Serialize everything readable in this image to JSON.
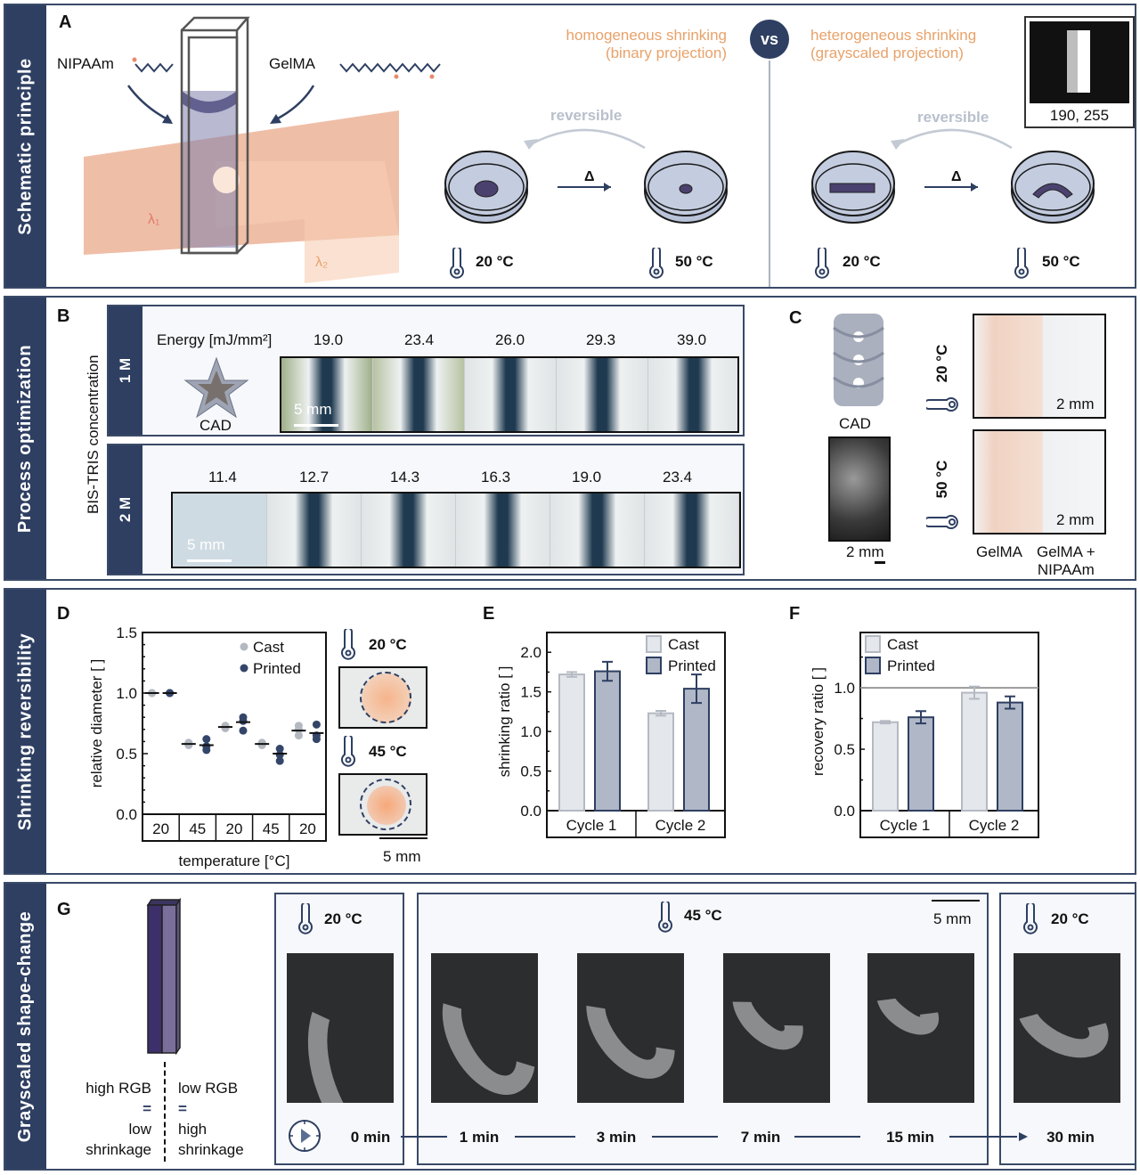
{
  "rows": {
    "a": {
      "side": "Schematic principle",
      "label": "A"
    },
    "b": {
      "side": "Process optimization",
      "label": "B"
    },
    "c": {
      "label": "C"
    },
    "d": {
      "side": "Shrinking reversibility",
      "label": "D"
    },
    "e": {
      "label": "E"
    },
    "f": {
      "label": "F"
    },
    "g": {
      "side": "Grayscaled shape-change",
      "label": "G"
    }
  },
  "panel_a": {
    "nipaam": "NIPAAm",
    "gelma": "GelMA",
    "lambda1": "λ₁",
    "lambda2": "λ₂",
    "homogeneous_title": "homogeneous shrinking",
    "homogeneous_sub": "(binary projection)",
    "vs": "vs",
    "heterogeneous_title": "heterogeneous shrinking",
    "heterogeneous_sub": "(grayscaled projection)",
    "reversible": "reversible",
    "delta": "Δ",
    "temp_low": "20 °C",
    "temp_high": "50 °C",
    "inset_values": "190, 255",
    "colors": {
      "accent": "#e8a26a",
      "navy": "#2e3f62",
      "dish": "#b8c2d8",
      "sample": "#4a416e"
    }
  },
  "panel_b": {
    "axis_label": "BIS-TRIS concentration",
    "row1_conc": "1 M",
    "row2_conc": "2 M",
    "energy_label": "Energy [mJ/mm²]",
    "row1_energies": [
      "19.0",
      "23.4",
      "26.0",
      "29.3",
      "39.0"
    ],
    "row2_energies": [
      "11.4",
      "12.7",
      "14.3",
      "16.3",
      "19.0",
      "23.4"
    ],
    "cad": "CAD",
    "scale": "5 mm"
  },
  "panel_c": {
    "cad": "CAD",
    "scale": "2 mm",
    "temp_low": "20 °C",
    "temp_high": "50 °C",
    "col1": "GelMA",
    "col2_line1": "GelMA +",
    "col2_line2": "NIPAAm"
  },
  "panel_d_side": {
    "temp_low": "20 °C",
    "temp_high": "45 °C",
    "scale": "5 mm"
  },
  "chart_data": [
    {
      "type": "scatter",
      "id": "D",
      "xlabel": "temperature [°C]",
      "ylabel": "relative diameter [ ]",
      "ylim": [
        0.0,
        1.5
      ],
      "yticks": [
        "0.0",
        "0.5",
        "1.0",
        "1.5"
      ],
      "categories": [
        "20",
        "45",
        "20",
        "45",
        "20"
      ],
      "legend": [
        "Cast",
        "Printed"
      ],
      "legend_position": "top-right",
      "series": [
        {
          "name": "Cast",
          "color": "#b4b8c0",
          "means": [
            1.0,
            0.58,
            0.72,
            0.58,
            0.69
          ],
          "points": [
            [
              1.0,
              1.0,
              1.0
            ],
            [
              0.57,
              0.58,
              0.59
            ],
            [
              0.71,
              0.72,
              0.73
            ],
            [
              0.57,
              0.58,
              0.59
            ],
            [
              0.65,
              0.7,
              0.73
            ]
          ]
        },
        {
          "name": "Printed",
          "color": "#34456a",
          "means": [
            1.0,
            0.57,
            0.76,
            0.5,
            0.67
          ],
          "points": [
            [
              1.0,
              1.0,
              1.0
            ],
            [
              0.53,
              0.56,
              0.62
            ],
            [
              0.69,
              0.77,
              0.8
            ],
            [
              0.44,
              0.49,
              0.54
            ],
            [
              0.62,
              0.65,
              0.74
            ]
          ]
        }
      ]
    },
    {
      "type": "bar",
      "id": "E",
      "ylabel": "shrinking ratio [ ]",
      "ylim": [
        0.0,
        2.25
      ],
      "yticks": [
        "0.0",
        "0.5",
        "1.0",
        "1.5",
        "2.0"
      ],
      "categories": [
        "Cycle 1",
        "Cycle 2"
      ],
      "legend": [
        "Cast",
        "Printed"
      ],
      "legend_position": "top-right",
      "series": [
        {
          "name": "Cast",
          "values": [
            1.72,
            1.23
          ],
          "errors": [
            0.03,
            0.03
          ],
          "fill": "#e4e7ec",
          "stroke": "#b4b9c2"
        },
        {
          "name": "Printed",
          "values": [
            1.76,
            1.54
          ],
          "errors": [
            0.12,
            0.18
          ],
          "fill": "#b0b7c6",
          "stroke": "#2e3f62"
        }
      ]
    },
    {
      "type": "bar",
      "id": "F",
      "ylabel": "recovery ratio [ ]",
      "ylim": [
        0.0,
        1.45
      ],
      "yticks": [
        "0.0",
        "0.5",
        "1.0"
      ],
      "reference_line": 1.0,
      "categories": [
        "Cycle 1",
        "Cycle 2"
      ],
      "legend": [
        "Cast",
        "Printed"
      ],
      "legend_position": "top-left",
      "series": [
        {
          "name": "Cast",
          "values": [
            0.72,
            0.96
          ],
          "errors": [
            0.01,
            0.05
          ],
          "fill": "#e4e7ec",
          "stroke": "#b4b9c2"
        },
        {
          "name": "Printed",
          "values": [
            0.76,
            0.88
          ],
          "errors": [
            0.05,
            0.05
          ],
          "fill": "#b0b7c6",
          "stroke": "#2e3f62"
        }
      ]
    }
  ],
  "panel_g": {
    "left_top": "high RGB",
    "left_eq": "=",
    "left_bottom1": "low",
    "left_bottom2": "shrinkage",
    "right_top": "low RGB",
    "right_eq": "=",
    "right_bottom1": "high",
    "right_bottom2": "shrinkage",
    "temp_start": "20 °C",
    "temp_mid": "45 °C",
    "temp_end": "20 °C",
    "scale": "5 mm",
    "times": [
      "0 min",
      "1 min",
      "3 min",
      "7 min",
      "15 min",
      "30 min"
    ]
  }
}
